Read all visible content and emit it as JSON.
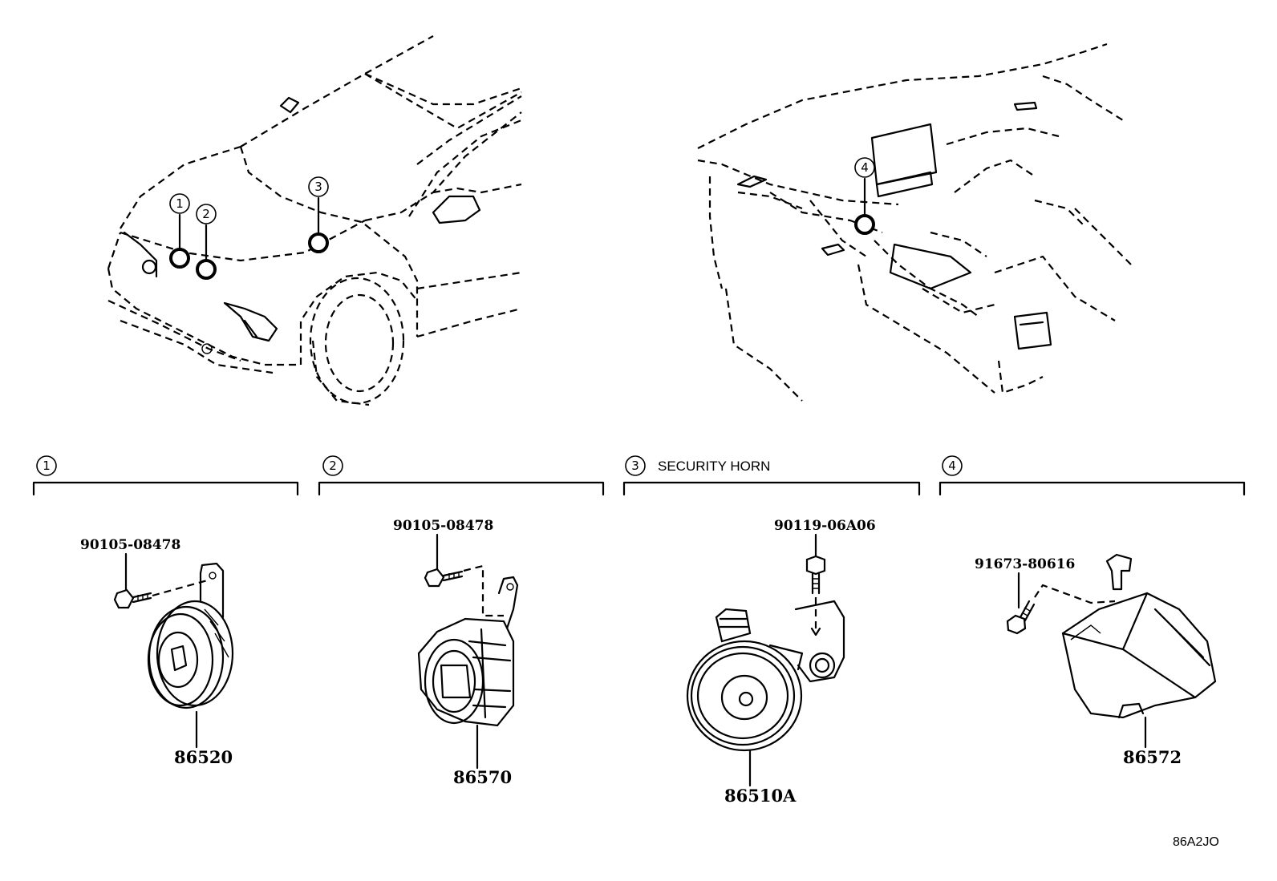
{
  "vehicle_callouts": [
    "1",
    "2",
    "3"
  ],
  "interior_callouts": [
    "4"
  ],
  "sections": [
    {
      "number": "1",
      "title": "",
      "bolt_part_no": "90105-08478",
      "main_part_no": "86520"
    },
    {
      "number": "2",
      "title": "",
      "bolt_part_no": "90105-08478",
      "main_part_no": "86570"
    },
    {
      "number": "3",
      "title": "SECURITY HORN",
      "bolt_part_no": "90119-06A06",
      "main_part_no": "86510A"
    },
    {
      "number": "4",
      "title": "",
      "bolt_part_no": "91673-80616",
      "main_part_no": "86572"
    }
  ],
  "diagram_code": "86A2JO"
}
